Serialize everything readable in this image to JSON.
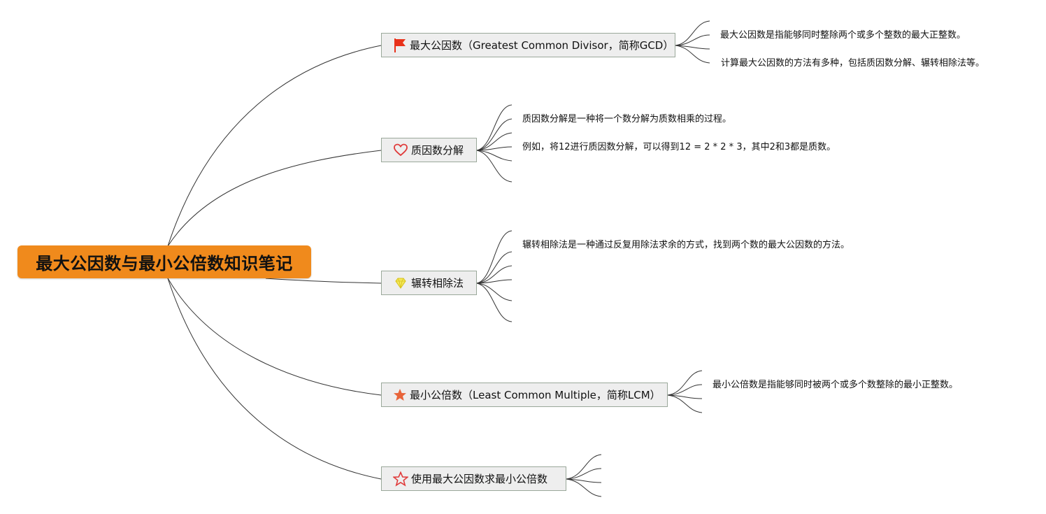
{
  "root": {
    "title": "最大公因数与最小公倍数知识笔记"
  },
  "branches": [
    {
      "label": "最大公因数（Greatest Common Divisor，简称GCD）",
      "icon": "red-flag-icon",
      "leaves": [
        "最大公因数是指能够同时整除两个或多个整数的最大正整数。",
        "计算最大公因数的方法有多种，包括质因数分解、辗转相除法等。"
      ]
    },
    {
      "label": "质因数分解",
      "icon": "heart-outline-icon",
      "leaves": [
        "质因数分解是一种将一个数分解为质数相乘的过程。",
        "例如，将12进行质因数分解，可以得到12 = 2 * 2 * 3，其中2和3都是质数。"
      ]
    },
    {
      "label": "辗转相除法",
      "icon": "diamond-icon",
      "leaves": [
        "辗转相除法是一种通过反复用除法求余的方式，找到两个数的最大公因数的方法。"
      ]
    },
    {
      "label": "最小公倍数（Least Common Multiple，简称LCM）",
      "icon": "filled-star-icon",
      "leaves": [
        "最小公倍数是指能够同时被两个或多个数整除的最小正整数。"
      ]
    },
    {
      "label": "使用最大公因数求最小公倍数",
      "icon": "outline-star-icon",
      "leaves": []
    }
  ],
  "colors": {
    "root_fill": "#f08a1c",
    "branch_fill": "#eeeeee",
    "branch_border": "#9aa89a",
    "line": "#333333",
    "flag": "#e8311a",
    "heart": "#e03b3b",
    "diamond": "#e6d21a",
    "star_filled": "#e8643a",
    "star_outline": "#e03b3b"
  }
}
